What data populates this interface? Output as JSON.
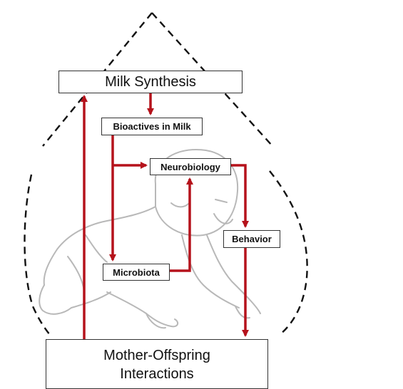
{
  "nodes": {
    "milk_synthesis": "Milk Synthesis",
    "bioactives": "Bioactives in Milk",
    "neurobiology": "Neurobiology",
    "behavior": "Behavior",
    "microbiota": "Microbiota",
    "mother_offspring_line1": "Mother-Offspring",
    "mother_offspring_line2": "Interactions"
  },
  "colors": {
    "arrow": "#b5121b",
    "outline": "#111111",
    "baby_sketch": "#b8b8b8"
  },
  "icons": {
    "background": "crawling-baby-illustration",
    "frame": "dashed-milk-drop-outline"
  }
}
